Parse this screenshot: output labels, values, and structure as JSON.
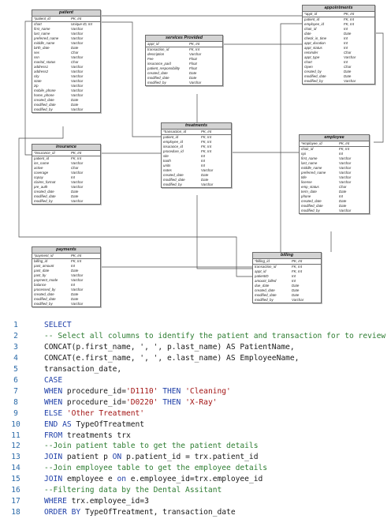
{
  "erd": {
    "tables": [
      {
        "id": "patient",
        "title": "patient",
        "columns": [
          {
            "name": "*patient_id",
            "type": "PK, Int"
          },
          {
            "name": "chart",
            "type": "Unique ID, Int"
          },
          {
            "name": "first_name",
            "type": "Varchar"
          },
          {
            "name": "last_name",
            "type": "Varchar"
          },
          {
            "name": "preferred_name",
            "type": "Varchar"
          },
          {
            "name": "middle_name",
            "type": "Varchar"
          },
          {
            "name": "birth_date",
            "type": "Date"
          },
          {
            "name": "sex",
            "type": "Char"
          },
          {
            "name": "ssn",
            "type": "Varchar"
          },
          {
            "name": "marital_status",
            "type": "Char"
          },
          {
            "name": "address1",
            "type": "Varchar"
          },
          {
            "name": "address2",
            "type": "Varchar"
          },
          {
            "name": "city",
            "type": "Varchar"
          },
          {
            "name": "state",
            "type": "Varchar"
          },
          {
            "name": "zip",
            "type": "Varchar"
          },
          {
            "name": "mobile_phone",
            "type": "Varchar"
          },
          {
            "name": "home_phone",
            "type": "Varchar"
          },
          {
            "name": "created_date",
            "type": "Date"
          },
          {
            "name": "modified_date",
            "type": "Date"
          },
          {
            "name": "modified_by",
            "type": "Varchar"
          }
        ]
      },
      {
        "id": "services",
        "title": "services Provided",
        "columns": [
          {
            "name": "appt_id",
            "type": "PK, Int"
          },
          {
            "name": "transaction_id",
            "type": "FK, Int"
          },
          {
            "name": "description",
            "type": "Varchar"
          },
          {
            "name": "Fee",
            "type": "Float"
          },
          {
            "name": "insurance_paid",
            "type": "Float"
          },
          {
            "name": "patient_responsibility",
            "type": "Float"
          },
          {
            "name": "created_date",
            "type": "Date"
          },
          {
            "name": "modified_date",
            "type": "Date"
          },
          {
            "name": "modified_by",
            "type": "Varchar"
          }
        ]
      },
      {
        "id": "appointments",
        "title": "appointments",
        "columns": [
          {
            "name": "*appt_id",
            "type": "PK, Int"
          },
          {
            "name": "patient_id",
            "type": "FK, Int"
          },
          {
            "name": "employee_id",
            "type": "FK, Int"
          },
          {
            "name": "chair_id",
            "type": "Int"
          },
          {
            "name": "date",
            "type": "Date"
          },
          {
            "name": "check_in_time",
            "type": "Int"
          },
          {
            "name": "appt_duration",
            "type": "Int"
          },
          {
            "name": "appt_status",
            "type": "Int"
          },
          {
            "name": "reminder",
            "type": "Char"
          },
          {
            "name": "appt_type",
            "type": "Varchar"
          },
          {
            "name": "chart",
            "type": "Int"
          },
          {
            "name": "Open",
            "type": "Char"
          },
          {
            "name": "created_by",
            "type": "Date"
          },
          {
            "name": "modified_date",
            "type": "Date"
          },
          {
            "name": "modified_by",
            "type": "Varchar"
          }
        ]
      },
      {
        "id": "treatments",
        "title": "treatments",
        "columns": [
          {
            "name": "*transaction_id",
            "type": "PK, Int"
          },
          {
            "name": "patient_id",
            "type": "FK, Int"
          },
          {
            "name": "employee_id",
            "type": "FK, Int"
          },
          {
            "name": "insurance_id",
            "type": "FK, Int"
          },
          {
            "name": "procedure_id",
            "type": "FK, Int"
          },
          {
            "name": "site",
            "type": "Int"
          },
          {
            "name": "tooth",
            "type": "Int"
          },
          {
            "name": "units",
            "type": "Int"
          },
          {
            "name": "notes",
            "type": "Varchar"
          },
          {
            "name": "created_date",
            "type": "Date"
          },
          {
            "name": "modified_date",
            "type": "Date"
          },
          {
            "name": "modified_by",
            "type": "Varchar"
          }
        ]
      },
      {
        "id": "insurance",
        "title": "insurance",
        "columns": [
          {
            "name": "*insurance_id",
            "type": "PK, Int"
          },
          {
            "name": "patient_id",
            "type": "FK, Int"
          },
          {
            "name": "ins_name",
            "type": "Varchar"
          },
          {
            "name": "active",
            "type": "Char"
          },
          {
            "name": "coverage",
            "type": "Varchar"
          },
          {
            "name": "copay",
            "type": "Int"
          },
          {
            "name": "claims_format",
            "type": "Varchar"
          },
          {
            "name": "pre_auth",
            "type": "Varchar"
          },
          {
            "name": "created_date",
            "type": "Date"
          },
          {
            "name": "modified_date",
            "type": "Date"
          },
          {
            "name": "modified_by",
            "type": "Varchar"
          }
        ]
      },
      {
        "id": "employee",
        "title": "employee",
        "columns": [
          {
            "name": "*employee_id",
            "type": "PK, Int"
          },
          {
            "name": "chair_id",
            "type": "FK, Int"
          },
          {
            "name": "npi",
            "type": "Int"
          },
          {
            "name": "first_name",
            "type": "Varchar"
          },
          {
            "name": "last_name",
            "type": "Varchar"
          },
          {
            "name": "middle_name",
            "type": "Varchar"
          },
          {
            "name": "preferred_name",
            "type": "Varchar"
          },
          {
            "name": "title",
            "type": "Varchar"
          },
          {
            "name": "license",
            "type": "Varchar"
          },
          {
            "name": "emp_status",
            "type": "Char"
          },
          {
            "name": "term_date",
            "type": "Date"
          },
          {
            "name": "phone",
            "type": "Int"
          },
          {
            "name": "created_date",
            "type": "Date"
          },
          {
            "name": "modified_date",
            "type": "Date"
          },
          {
            "name": "modified_by",
            "type": "Varchar"
          }
        ]
      },
      {
        "id": "payments",
        "title": "payments",
        "columns": [
          {
            "name": "*payment_id",
            "type": "PK, Int"
          },
          {
            "name": "billing_id",
            "type": "FK, Int"
          },
          {
            "name": "past_amount",
            "type": "Int"
          },
          {
            "name": "past_date",
            "type": "Date"
          },
          {
            "name": "past_by",
            "type": "Varchar"
          },
          {
            "name": "payment_mode",
            "type": "Varchar"
          },
          {
            "name": "balance",
            "type": "Int"
          },
          {
            "name": "processed_by",
            "type": "Varchar"
          },
          {
            "name": "created_date",
            "type": "Date"
          },
          {
            "name": "modified_date",
            "type": "Date"
          },
          {
            "name": "modified_by",
            "type": "Varchar"
          }
        ]
      },
      {
        "id": "billing",
        "title": "billing",
        "columns": [
          {
            "name": "*billing_id",
            "type": "PK, Int"
          },
          {
            "name": "transaction_id",
            "type": "FK, Int"
          },
          {
            "name": "appt_id",
            "type": "FK, Int"
          },
          {
            "name": "patientID",
            "type": "Int"
          },
          {
            "name": "amount_billed",
            "type": "Int"
          },
          {
            "name": "due_date",
            "type": "Date"
          },
          {
            "name": "created_date",
            "type": "Date"
          },
          {
            "name": "modified_date",
            "type": "Date"
          },
          {
            "name": "modified_by",
            "type": "Varchar"
          }
        ]
      }
    ]
  },
  "code": {
    "lines": [
      {
        "num": "1",
        "parts": [
          {
            "text": "SELECT",
            "cls": "kw"
          }
        ]
      },
      {
        "num": "2",
        "parts": [
          {
            "text": "-- Select all columns to identify the patient and transaction for to review",
            "cls": "cm"
          }
        ]
      },
      {
        "num": "3",
        "parts": [
          {
            "text": "CONCAT(p.first_name, ', ', p.last_name) AS PatientName,",
            "cls": ""
          }
        ]
      },
      {
        "num": "4",
        "parts": [
          {
            "text": "CONCAT(e.first_name, ', ', e.last_name) AS EmployeeName,",
            "cls": ""
          }
        ]
      },
      {
        "num": "5",
        "parts": [
          {
            "text": "transaction_date,",
            "cls": ""
          }
        ]
      },
      {
        "num": "6",
        "parts": [
          {
            "text": "CASE",
            "cls": "kw"
          }
        ]
      },
      {
        "num": "7",
        "parts": [
          {
            "text": "WHEN ",
            "cls": "kw"
          },
          {
            "text": "procedure_id=",
            "cls": ""
          },
          {
            "text": "'D1110'",
            "cls": "st"
          },
          {
            "text": " THEN ",
            "cls": "kw"
          },
          {
            "text": "'Cleaning'",
            "cls": "st"
          }
        ]
      },
      {
        "num": "8",
        "parts": [
          {
            "text": "WHEN ",
            "cls": "kw"
          },
          {
            "text": "procedure_id=",
            "cls": ""
          },
          {
            "text": "'D0220'",
            "cls": "st"
          },
          {
            "text": " THEN ",
            "cls": "kw"
          },
          {
            "text": "'X-Ray'",
            "cls": "st"
          }
        ]
      },
      {
        "num": "9",
        "parts": [
          {
            "text": "ELSE ",
            "cls": "kw"
          },
          {
            "text": "'Other Treatment'",
            "cls": "st"
          }
        ]
      },
      {
        "num": "10",
        "parts": [
          {
            "text": "END AS ",
            "cls": "kw"
          },
          {
            "text": "TypeOfTreatment",
            "cls": ""
          }
        ]
      },
      {
        "num": "11",
        "parts": [
          {
            "text": "FROM ",
            "cls": "kw"
          },
          {
            "text": "treatments trx",
            "cls": ""
          }
        ]
      },
      {
        "num": "12",
        "parts": [
          {
            "text": "--Join patient table to get the patient details",
            "cls": "cm"
          }
        ]
      },
      {
        "num": "13",
        "parts": [
          {
            "text": "JOIN ",
            "cls": "kw"
          },
          {
            "text": "patient p ",
            "cls": ""
          },
          {
            "text": "ON ",
            "cls": "kw"
          },
          {
            "text": "p.patient_id = trx.patient_id",
            "cls": ""
          }
        ]
      },
      {
        "num": "14",
        "parts": [
          {
            "text": "--Join employee table to get the employee details",
            "cls": "cm"
          }
        ]
      },
      {
        "num": "15",
        "parts": [
          {
            "text": "JOIN ",
            "cls": "kw"
          },
          {
            "text": "employee e ",
            "cls": ""
          },
          {
            "text": "on ",
            "cls": "kw"
          },
          {
            "text": "e.employee_id=trx.employee_id",
            "cls": ""
          }
        ]
      },
      {
        "num": "16",
        "parts": [
          {
            "text": "--Filtering data by the Dental Assitant",
            "cls": "cm"
          }
        ]
      },
      {
        "num": "17",
        "parts": [
          {
            "text": "WHERE ",
            "cls": "kw"
          },
          {
            "text": "trx.employee_id=3",
            "cls": ""
          }
        ]
      },
      {
        "num": "18",
        "parts": [
          {
            "text": "ORDER BY ",
            "cls": "kw"
          },
          {
            "text": "TypeOfTreatment, transaction_date",
            "cls": ""
          }
        ]
      }
    ]
  }
}
